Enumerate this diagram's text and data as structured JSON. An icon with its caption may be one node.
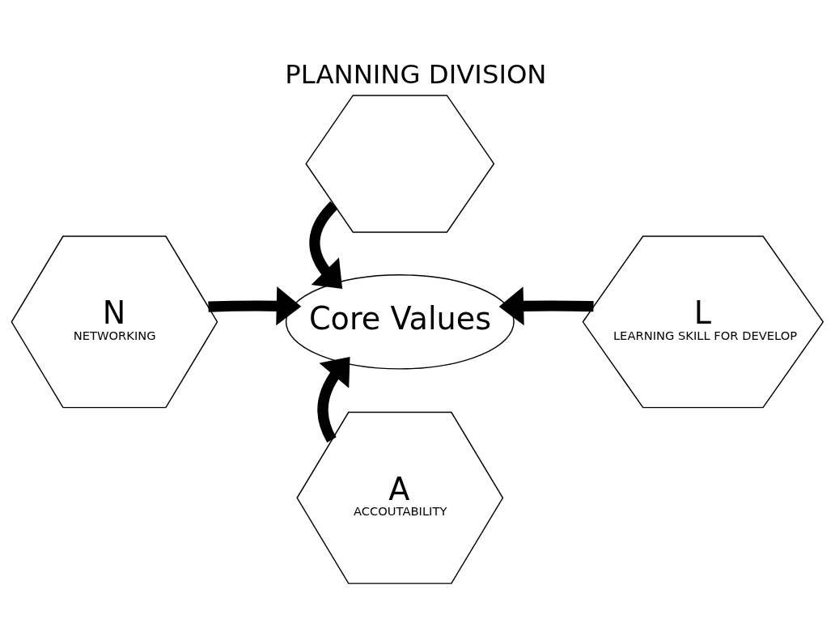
{
  "diagram": {
    "title": "PLANNING DIVISION",
    "nodes": [
      {
        "text": [],
        "shape": "hexagon"
      },
      {
        "text": [
          "N",
          "NETWORKING"
        ]
      },
      {
        "text": [
          "Core Values"
        ]
      },
      {
        "text": [
          "L",
          "LEARNING SKILL FOR DEVELOP"
        ]
      },
      {
        "text": [
          "A",
          "ACCOUTABILITY"
        ]
      }
    ],
    "edges": [
      {
        "from": 0,
        "to": 2,
        "arrow": "to"
      },
      {
        "from": 1,
        "to": 2,
        "arrow": "to"
      },
      {
        "from": 3,
        "to": 2,
        "arrow": "to"
      },
      {
        "from": 4,
        "to": 2,
        "arrow": "to"
      }
    ]
  }
}
